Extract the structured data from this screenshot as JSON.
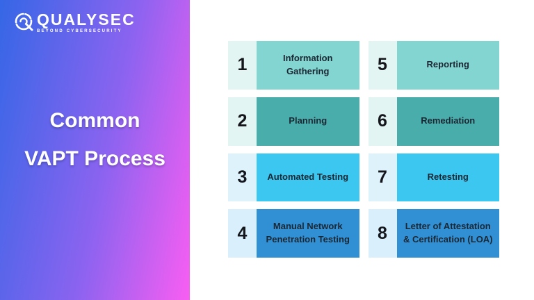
{
  "brand": {
    "name": "QUALYSEC",
    "wordmark": "QUALYSEC",
    "tagline": "BEYOND CYBERSECURITY"
  },
  "sidebar": {
    "title_line1": "Common",
    "title_line2": "VAPT Process",
    "gradient_from": "#3567e6",
    "gradient_mid": "#8b63f0",
    "gradient_to": "#f95ef2",
    "text_color": "#ffffff"
  },
  "steps": [
    {
      "number": "1",
      "label": "Information Gathering",
      "label_bg": "#82d5d1",
      "number_bg": "#e3f5f2"
    },
    {
      "number": "2",
      "label": "Planning",
      "label_bg": "#49aeab",
      "number_bg": "#e3f5f2"
    },
    {
      "number": "3",
      "label": "Automated Testing",
      "label_bg": "#3bc7ef",
      "number_bg": "#def2fc"
    },
    {
      "number": "4",
      "label": "Manual Network Penetration Testing",
      "label_bg": "#3190d3",
      "number_bg": "#d9effc"
    },
    {
      "number": "5",
      "label": "Reporting",
      "label_bg": "#82d5d1",
      "number_bg": "#e3f5f2"
    },
    {
      "number": "6",
      "label": "Remediation",
      "label_bg": "#49aeab",
      "number_bg": "#e3f5f2"
    },
    {
      "number": "7",
      "label": "Retesting",
      "label_bg": "#3bc7ef",
      "number_bg": "#def2fc"
    },
    {
      "number": "8",
      "label": "Letter of Attestation & Certification (LOA)",
      "label_bg": "#3190d3",
      "number_bg": "#d9effc"
    }
  ]
}
